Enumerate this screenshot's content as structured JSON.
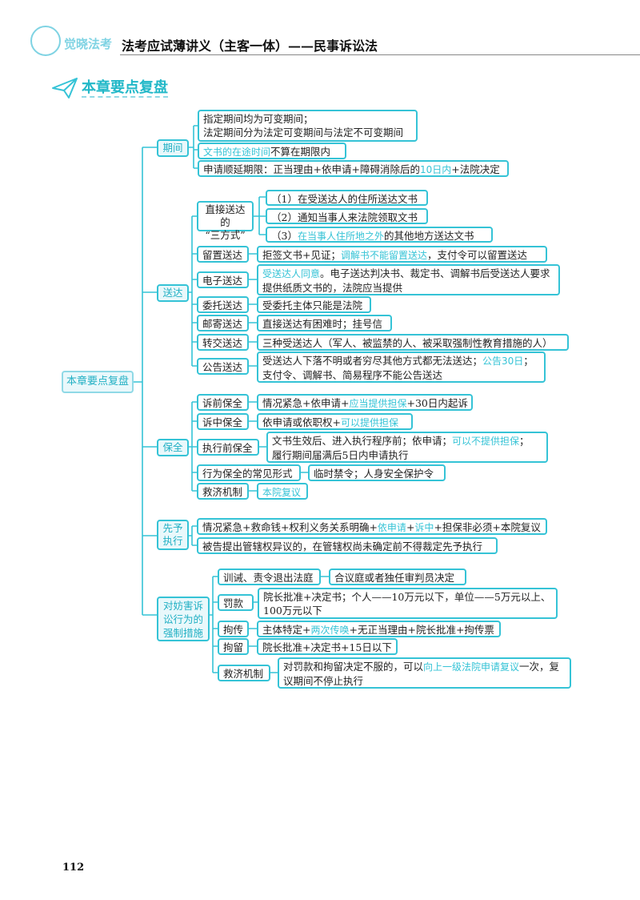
{
  "header": {
    "logo_text": "觉晓法考",
    "title": "法考应试薄讲义（主客一体）——民事诉讼法"
  },
  "section_title": "本章要点复盘",
  "root": "本章要点复盘",
  "qijian": {
    "label": "期间",
    "l1": "指定期间均为可变期间；",
    "l2": "法定期间分为法定可变期间与法定不可变期间",
    "wenshu_hl": "文书的在途时间",
    "wenshu_rest": "不算在期限内",
    "shenqing_a": "申请顺延期限：正当理由+依申请+障碍消除后的",
    "shenqing_hl": "10日内",
    "shenqing_b": "+法院决定"
  },
  "songda": {
    "label": "送达",
    "zhijie_l1": "直接送达的",
    "zhijie_l2": "“三方式”",
    "fs1": "（1）在受送达人的住所送达文书",
    "fs2": "（2）通知当事人来法院领取文书",
    "fs3_a": "（3）",
    "fs3_hl": "在当事人住所地之外",
    "fs3_b": "的其他地方送达文书",
    "liuzhi": "留置送达",
    "liuzhi_a": "拒签文书+见证；",
    "liuzhi_hl": "调解书不能留置送达",
    "liuzhi_b": "，支付令可以留置送达",
    "dianzi": "电子送达",
    "dianzi_hl": "受送达人同意",
    "dianzi_rest": "。电子送达判决书、裁定书、调解书后受送达人要求提供纸质文书的，法院应当提供",
    "weituo": "委托送达",
    "weituo_d": "受委托主体只能是法院",
    "youji": "邮寄送达",
    "youji_d": "直接送达有困难时；挂号信",
    "zhuanjiao": "转交送达",
    "zhuanjiao_d": "三种受送达人（军人、被监禁的人、被采取强制性教育措施的人）",
    "gonggao": "公告送达",
    "gonggao_a": "受送达人下落不明或者穷尽其他方式都无法送达；",
    "gonggao_hl": "公告30日",
    "gonggao_b": "；",
    "gonggao_l2": "支付令、调解书、简易程序不能公告送达"
  },
  "baoquan": {
    "label": "保全",
    "suqian": "诉前保全",
    "suqian_a": "情况紧急+依申请+",
    "suqian_hl": "应当提供担保",
    "suqian_b": "+30日内起诉",
    "suzhong": "诉中保全",
    "suzhong_a": "依申请或依职权+",
    "suzhong_hl": "可以提供担保",
    "zhixingqian": "执行前保全",
    "zhixingqian_a": "文书生效后、进入执行程序前；依申请；",
    "zhixingqian_hl": "可以不提供担保",
    "zhixingqian_b": "；",
    "zhixingqian_l2": "履行期间届满后5日内申请执行",
    "xingwei": "行为保全的常见形式",
    "xingwei_d": "临时禁令；人身安全保护令",
    "jiuji": "救济机制",
    "jiuji_hl": "本院复议"
  },
  "xianyu": {
    "label_l1": "先予",
    "label_l2": "执行",
    "r1_a": "情况紧急+救命钱+权利义务关系明确+",
    "r1_hl1": "依申请",
    "r1_plus": "+",
    "r1_hl2": "诉中",
    "r1_b": "+担保非必须+本院复议",
    "r2": "被告提出管辖权异议的，在管辖权尚未确定前不得裁定先予执行"
  },
  "qiangzhi": {
    "label_l1": "对妨害诉",
    "label_l2": "讼行为的",
    "label_l3": "强制措施",
    "xunjie": "训诫、责令退出法庭",
    "xunjie_d": "合议庭或者独任审判员决定",
    "fakuan": "罚款",
    "fakuan_d": "院长批准+决定书；个人——10万元以下，单位——5万元以上、100万元以下",
    "juchuan": "拘传",
    "juchuan_a": "主体特定+",
    "juchuan_hl": "两次传唤",
    "juchuan_b": "+无正当理由+院长批准+拘传票",
    "juliu": "拘留",
    "juliu_d": "院长批准+决定书+15日以下",
    "jiuji": "救济机制",
    "jiuji_a": "对罚款和拘留决定不服的，可以",
    "jiuji_hl": "向上一级法院申请复议",
    "jiuji_b": "一次，复议期间不停止执行"
  },
  "page_number": "112",
  "colors": {
    "accent": "#35c3d6",
    "accent_light": "#e9f8fb"
  }
}
